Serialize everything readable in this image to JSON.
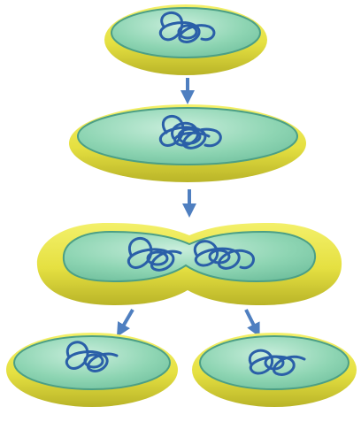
{
  "diagram": {
    "stages": [
      {
        "id": "stage-1",
        "cells": 1,
        "dna_loops": 1
      },
      {
        "id": "stage-2",
        "cells": 1,
        "dna_loops": 2
      },
      {
        "id": "stage-3",
        "cells": 1,
        "dna_loops": 2,
        "constricted": true
      },
      {
        "id": "stage-4",
        "cells": 2,
        "dna_loops": 1
      }
    ],
    "colors": {
      "cell_wall": "#e8e84a",
      "cell_wall_shadow": "#b9b428",
      "cytoplasm": "#8ed5b3",
      "cytoplasm_highlight": "#c9eedc",
      "membrane": "#4c9f86",
      "dna": "#2a5fa8",
      "arrow": "#4f7fc0"
    },
    "icons": [
      "arrow-down-icon",
      "arrow-down-left-icon",
      "arrow-down-right-icon"
    ]
  }
}
